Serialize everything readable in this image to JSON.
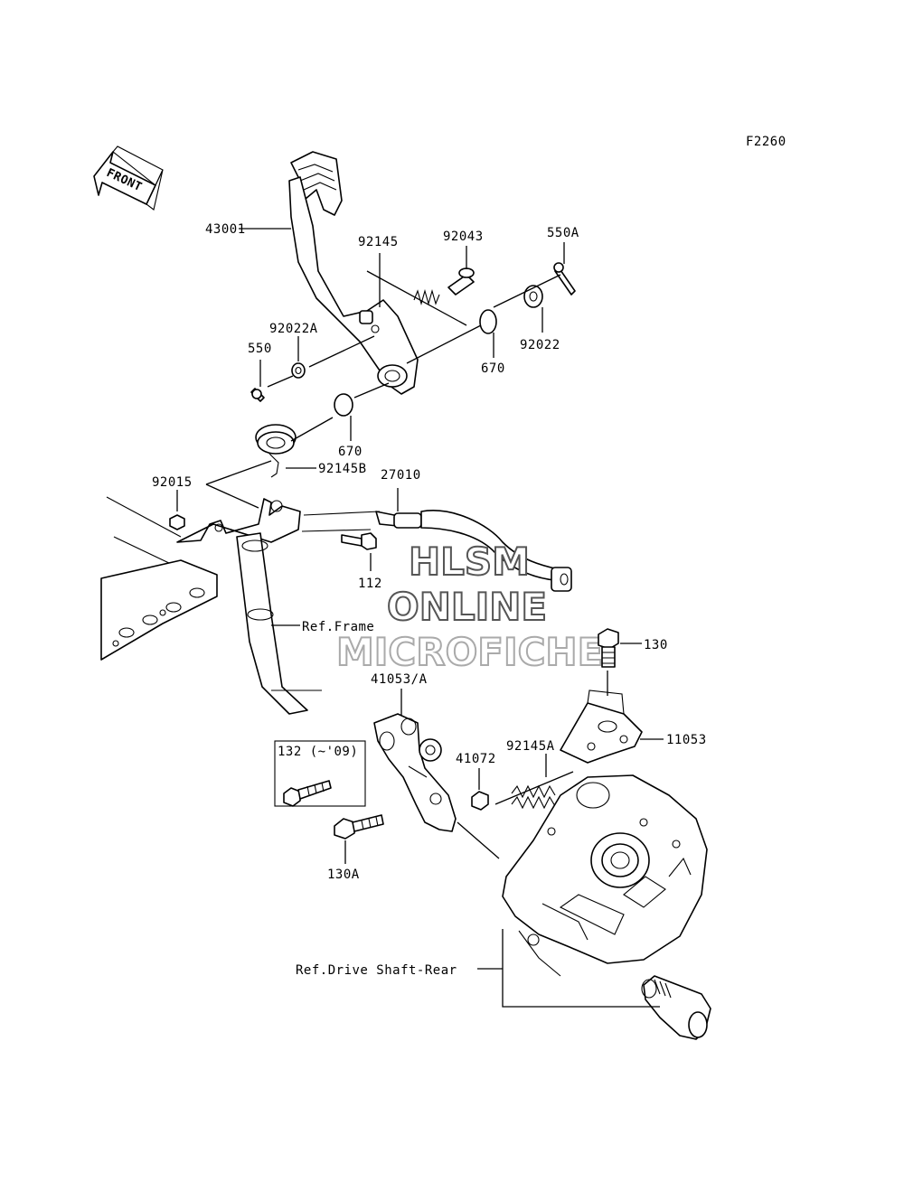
{
  "diagram_code": "F2260",
  "front_label": "FRONT",
  "labels": {
    "pedal": "43001",
    "spring_top": "92145",
    "pin": "92043",
    "cotter_top": "550A",
    "washer_left": "92022A",
    "cotter_left": "550",
    "oring_upper": "670",
    "washer_right": "92022",
    "oring_lower": "670",
    "spring_return": "92145B",
    "nut": "92015",
    "switch": "27010",
    "bolt_pivot": "112",
    "ref_frame": "Ref.Frame",
    "bolt_130": "130",
    "lever": "41053/A",
    "bracket": "11053",
    "nut_41072": "41072",
    "spring_brake": "92145A",
    "bolt_132": "132 (~'09)",
    "bolt_130a": "130A",
    "ref_drive": "Ref.Drive Shaft-Rear"
  },
  "watermark": {
    "line1": "HLSM",
    "line2": "ONLINE",
    "line3": "MICROFICHE"
  },
  "colors": {
    "ink": "#000000",
    "paper": "#ffffff",
    "watermark_stroke_dark": "#555555",
    "watermark_stroke_light": "#aaaaaa"
  }
}
